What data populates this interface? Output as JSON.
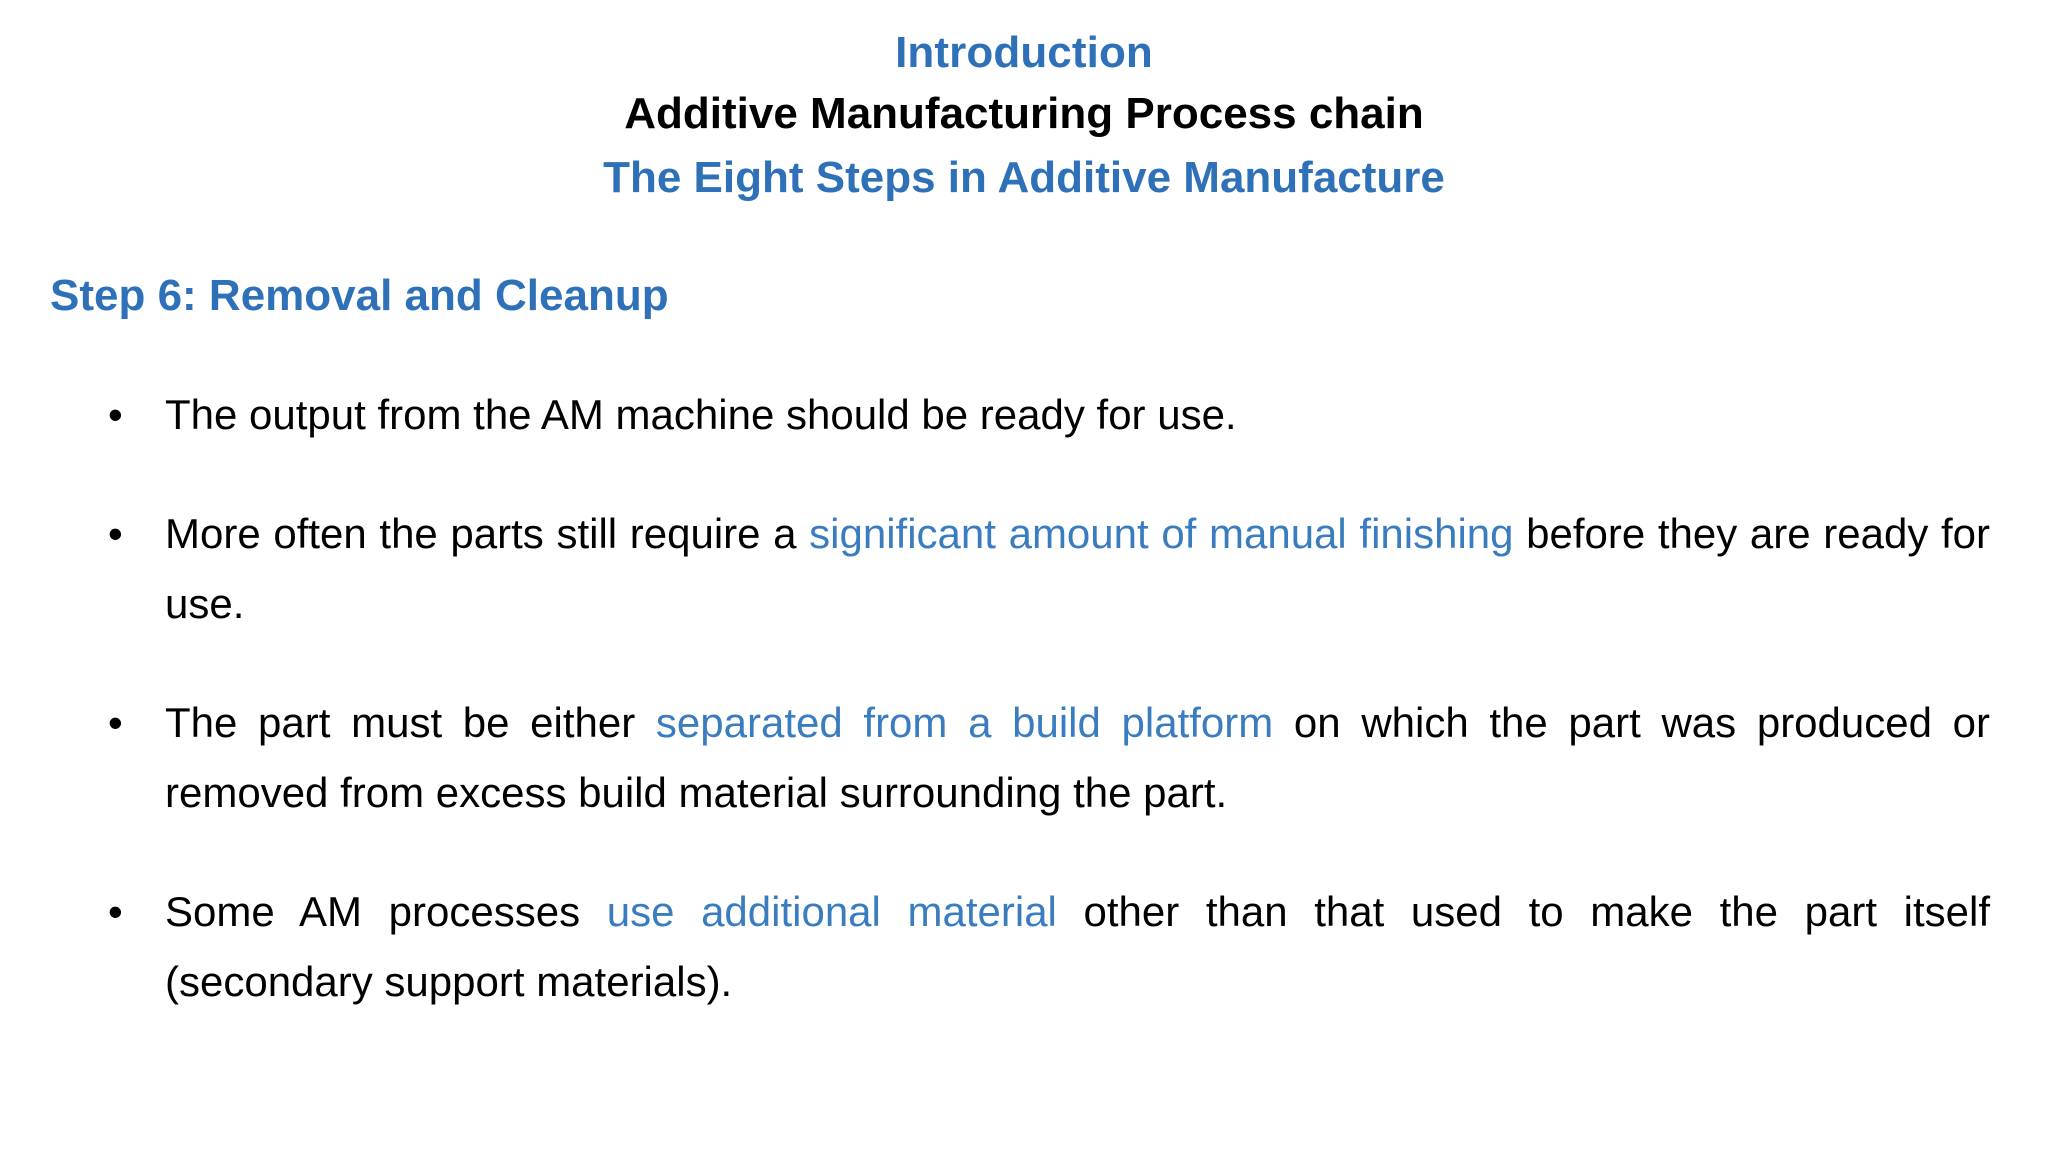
{
  "slide": {
    "background_color": "#ffffff",
    "accent_color": "#2E71B8",
    "highlight_color": "#3A7CC0",
    "body_color": "#000000",
    "title": {
      "line1": "Introduction",
      "line2": "Additive Manufacturing Process chain",
      "line3": "The Eight Steps in Additive Manufacture"
    },
    "step_heading": "Step 6: Removal and Cleanup",
    "bullet_marker": "•",
    "bullets": [
      {
        "marker": "•",
        "segments": [
          {
            "text": "The output from the AM machine should be ready for use.",
            "highlight": false
          }
        ],
        "plain": "The output from the AM machine should be ready for use."
      },
      {
        "marker": "•",
        "segments": [
          {
            "text": "More often the parts still require a ",
            "highlight": false
          },
          {
            "text": "significant amount of manual finishing",
            "highlight": true
          },
          {
            "text": " before they are ready for use.",
            "highlight": false
          }
        ],
        "plain": "More often the parts still require a significant amount of manual finishing before they are ready for use."
      },
      {
        "marker": "•",
        "segments": [
          {
            "text": "The part must be either ",
            "highlight": false
          },
          {
            "text": "separated from a build platform",
            "highlight": true
          },
          {
            "text": " on which the part was produced or removed from excess build material surrounding the part.",
            "highlight": false
          }
        ],
        "plain": "The part must be either separated from a build platform on which the part was produced or removed from excess build material surrounding the part."
      },
      {
        "marker": "•",
        "segments": [
          {
            "text": "Some AM processes ",
            "highlight": false
          },
          {
            "text": "use additional material",
            "highlight": true
          },
          {
            "text": " other than that used to make the part itself (secondary support materials).",
            "highlight": false
          }
        ],
        "plain": "Some AM processes use additional material other than that used to make the part itself (secondary support materials)."
      }
    ]
  }
}
